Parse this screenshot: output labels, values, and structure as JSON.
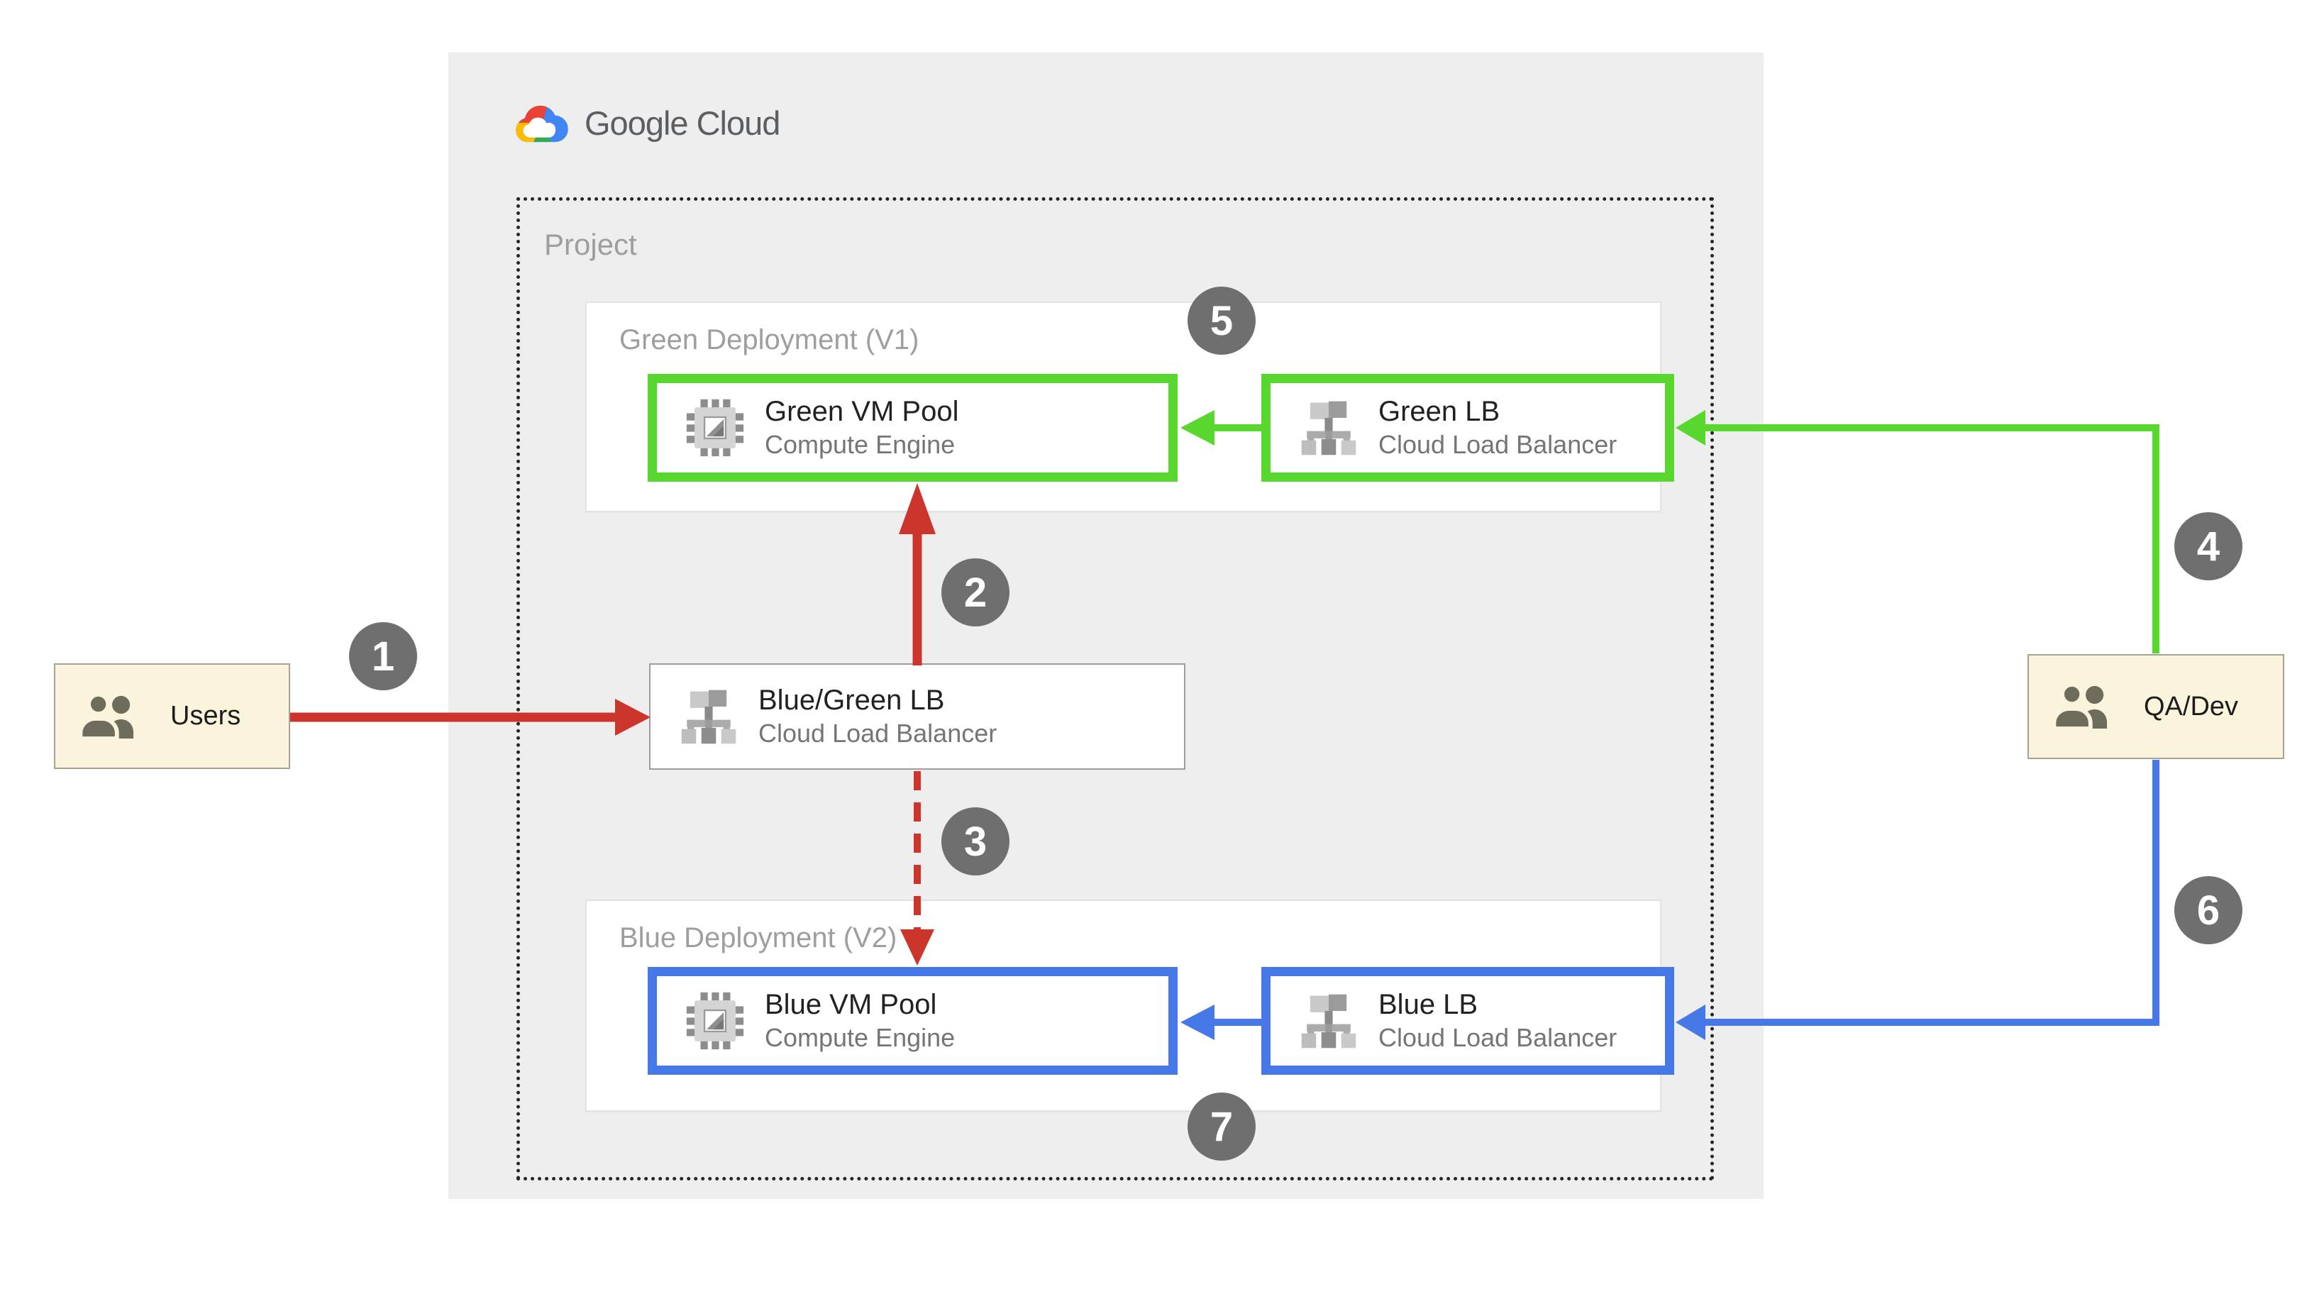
{
  "logo": {
    "text": "Google Cloud"
  },
  "project": {
    "label": "Project"
  },
  "green_deployment": {
    "label": "Green Deployment (V1)",
    "vm_pool": {
      "title": "Green VM Pool",
      "subtitle": "Compute Engine"
    },
    "lb": {
      "title": "Green LB",
      "subtitle": "Cloud Load Balancer"
    }
  },
  "blue_deployment": {
    "label": "Blue Deployment (V2)",
    "vm_pool": {
      "title": "Blue VM Pool",
      "subtitle": "Compute Engine"
    },
    "lb": {
      "title": "Blue LB",
      "subtitle": "Cloud Load Balancer"
    }
  },
  "main_lb": {
    "title": "Blue/Green LB",
    "subtitle": "Cloud Load Balancer"
  },
  "actors": {
    "users": {
      "label": "Users"
    },
    "qa_dev": {
      "label": "QA/Dev"
    }
  },
  "steps": [
    "1",
    "2",
    "3",
    "4",
    "5",
    "6",
    "7"
  ],
  "colors": {
    "red": "#CC352B",
    "green": "#58D72E",
    "blue": "#4678E8",
    "badge": "#6F6F6F",
    "cream": "#FBF4DC",
    "cream-border": "#A5A296",
    "panel": "#EEEEEE",
    "label": "#9E9E9E",
    "title": "#202124",
    "sub": "#757575",
    "logo-text": "#5B5F63",
    "box-border": "#E2E2E2",
    "mid-border": "#9E9E9E",
    "google-red": "#EA4335",
    "google-yellow": "#FBBC05",
    "google-green": "#34A853",
    "google-blue": "#4285F4"
  }
}
